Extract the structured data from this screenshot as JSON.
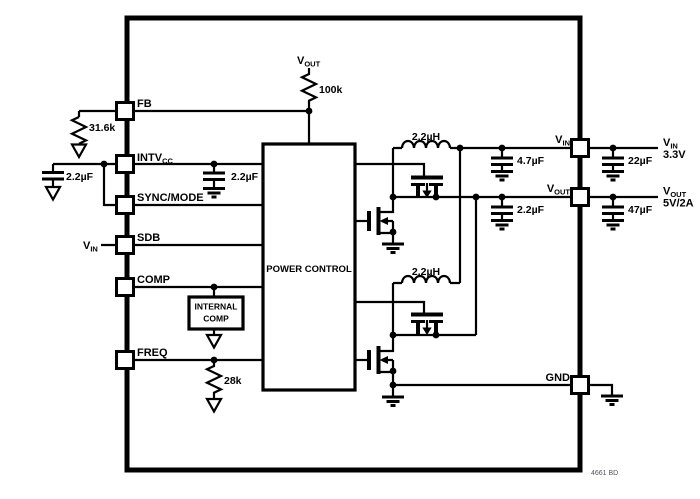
{
  "colors": {
    "ink": "#000000",
    "background": "#ffffff",
    "figure_tag": "#51555d"
  },
  "ic": {
    "power_control_label": "POWER CONTROL",
    "internal_comp": [
      "INTERNAL",
      "COMP"
    ],
    "pins": {
      "fb": "FB",
      "intvcc": {
        "main": "INTV",
        "sub": "CC"
      },
      "sync_mode": "SYNC/MODE",
      "sdb": "SDB",
      "comp": "COMP",
      "freq": "FREQ",
      "vin": {
        "main": "V",
        "sub": "IN"
      },
      "vout": {
        "main": "V",
        "sub": "OUT"
      },
      "gnd": "GND"
    }
  },
  "components": {
    "r_fb_upper": "100k",
    "r_fb_lower": "31.6k",
    "r_freq": "28k",
    "c_intvcc_bulk": "2.2µF",
    "c_intvcc_bypass": "2.2µF",
    "l1": "2.2µH",
    "l2": "2.2µH",
    "c_vin_inner": "4.7µF",
    "c_vin_outer": "22µF",
    "c_vout_inner": "2.2µF",
    "c_vout_outer": "47µF"
  },
  "rails": {
    "vout_sense": {
      "main": "V",
      "sub": "OUT"
    },
    "sdb_supply": {
      "main": "V",
      "sub": "IN"
    },
    "vin_ext": {
      "main": "V",
      "sub": "IN",
      "value": "3.3V"
    },
    "vout_ext": {
      "main": "V",
      "sub": "OUT",
      "value": "5V/2A"
    }
  },
  "figure_tag": "4661 BD"
}
